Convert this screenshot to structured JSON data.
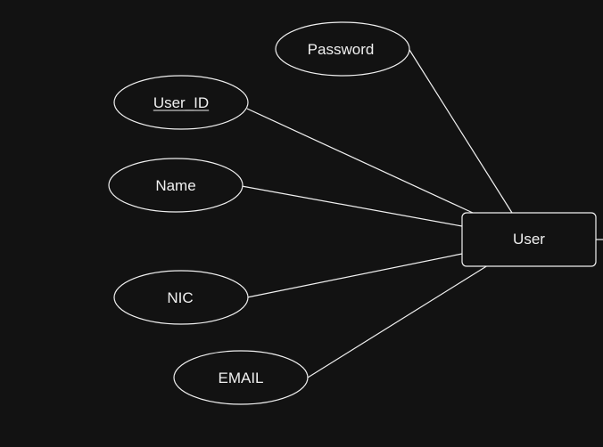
{
  "diagram": {
    "type": "er",
    "colors": {
      "background": "#121212",
      "stroke": "#f0f0f0",
      "text": "#f0f0f0"
    },
    "entity": {
      "label": "User"
    },
    "attributes": [
      {
        "label": "Password",
        "key": false
      },
      {
        "label": "User_ID",
        "key": true
      },
      {
        "label": "Name",
        "key": false
      },
      {
        "label": "NIC",
        "key": false
      },
      {
        "label": "EMAIL",
        "key": false
      }
    ]
  }
}
